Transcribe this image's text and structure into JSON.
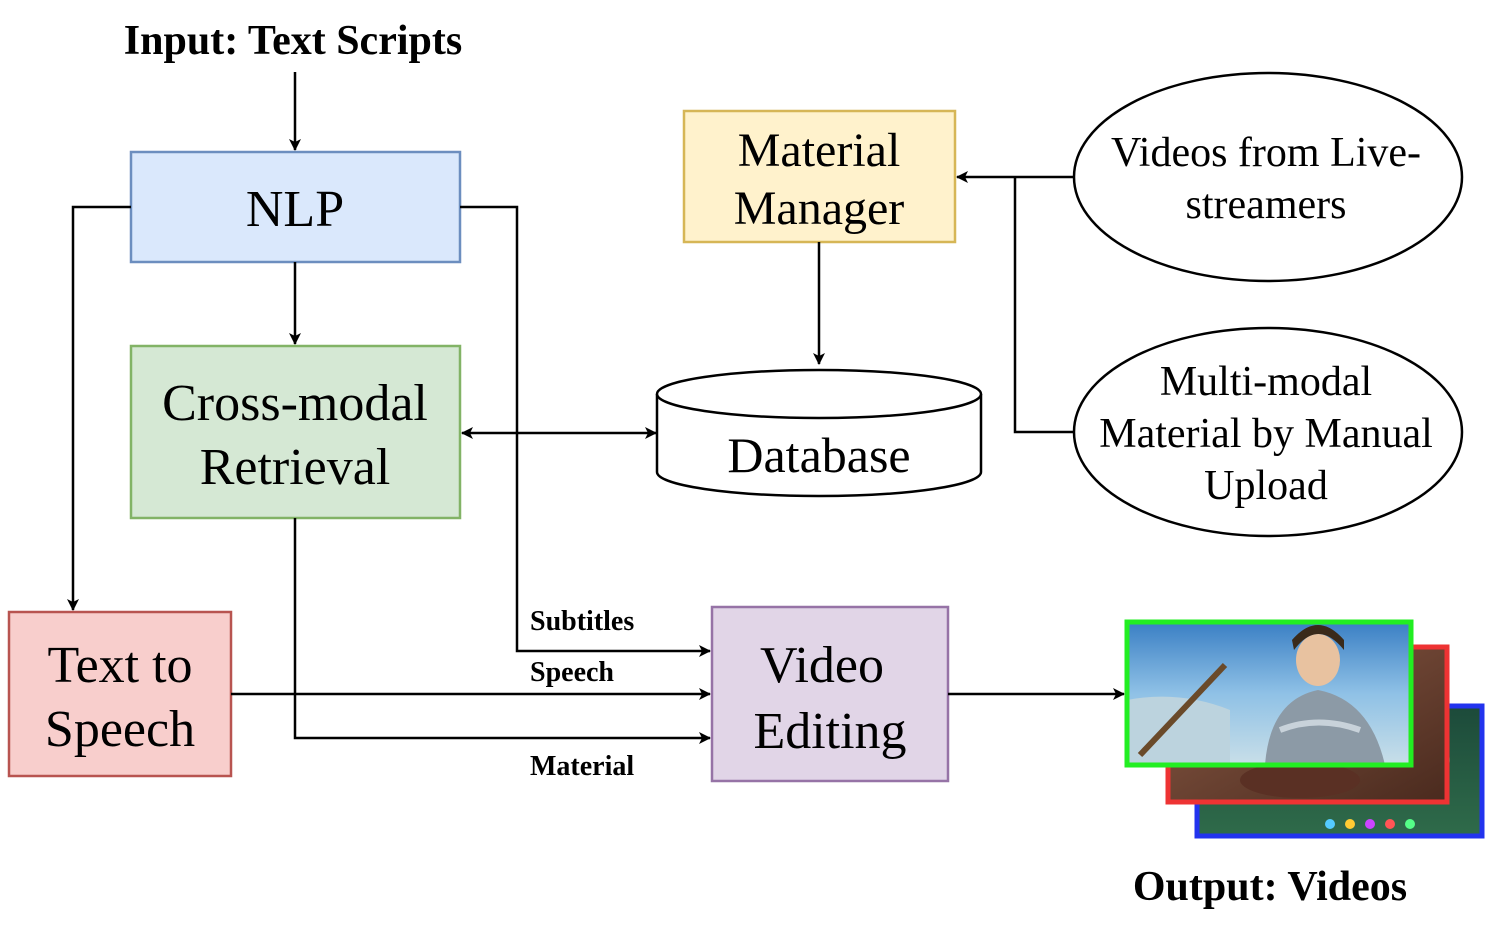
{
  "input_label": "Input: Text Scripts",
  "output_label": "Output: Videos",
  "nodes": {
    "nlp": {
      "label": "NLP",
      "fill": "#dae8fc",
      "stroke": "#6c8ebf"
    },
    "retrieval": {
      "line1": "Cross-modal",
      "line2": "Retrieval",
      "fill": "#d5e8d4",
      "stroke": "#82b366"
    },
    "tts": {
      "line1": "Text to",
      "line2": "Speech",
      "fill": "#f8cecc",
      "stroke": "#b85450"
    },
    "editing": {
      "line1": "Video",
      "line2": "Editing",
      "fill": "#e1d5e7",
      "stroke": "#9673a6"
    },
    "manager": {
      "line1": "Material",
      "line2": "Manager",
      "fill": "#fff2cc",
      "stroke": "#d6b656"
    },
    "database": {
      "label": "Database"
    },
    "live": {
      "line1": "Videos from Live-",
      "line2": "streamers"
    },
    "upload": {
      "line1": "Multi-modal",
      "line2": "Material by Manual",
      "line3": "Upload"
    }
  },
  "edge_labels": {
    "subtitles": "Subtitles",
    "speech": "Speech",
    "material": "Material"
  },
  "output_frames": {
    "front": "#22ee22",
    "middle": "#ee3333",
    "back": "#2233ee"
  }
}
